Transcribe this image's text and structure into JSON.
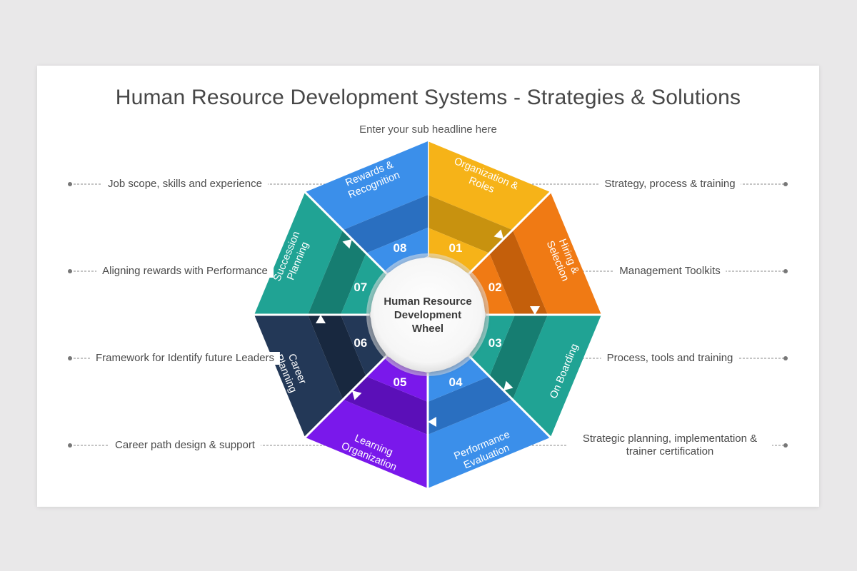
{
  "title": "Human Resource Development Systems - Strategies & Solutions",
  "subtitle": "Enter your sub headline here",
  "center": {
    "lines": [
      "Human Resource",
      "Development",
      "Wheel"
    ]
  },
  "segments": [
    {
      "num": "01",
      "lines": [
        "Organization &",
        "Roles"
      ],
      "color": "#F6B318",
      "dark": "#C8920F"
    },
    {
      "num": "02",
      "lines": [
        "Hiring &",
        "Selection"
      ],
      "color": "#F07A14",
      "dark": "#C45F0B"
    },
    {
      "num": "03",
      "lines": [
        "On Boarding"
      ],
      "color": "#20A394",
      "dark": "#167D71"
    },
    {
      "num": "04",
      "lines": [
        "Performance",
        "Evaluation"
      ],
      "color": "#3B8FEA",
      "dark": "#2A6FC0"
    },
    {
      "num": "05",
      "lines": [
        "Learning",
        "Organization"
      ],
      "color": "#7A18EB",
      "dark": "#5B0FB8"
    },
    {
      "num": "06",
      "lines": [
        "Career",
        "Planning"
      ],
      "color": "#233857",
      "dark": "#18283F"
    },
    {
      "num": "07",
      "lines": [
        "Succession",
        "Planning"
      ],
      "color": "#20A394",
      "dark": "#167D71"
    },
    {
      "num": "08",
      "lines": [
        "Rewards &",
        "Recognition"
      ],
      "color": "#3B8FEA",
      "dark": "#2A6FC0"
    }
  ],
  "left_labels": [
    "Job scope, skills and experience",
    "Aligning rewards with Performance",
    "Framework for Identify future Leaders",
    "Career path design & support"
  ],
  "right_labels": [
    "Strategy, process & training",
    "Management Toolkits",
    "Process, tools and training",
    "Strategic planning, implementation & trainer certification"
  ]
}
